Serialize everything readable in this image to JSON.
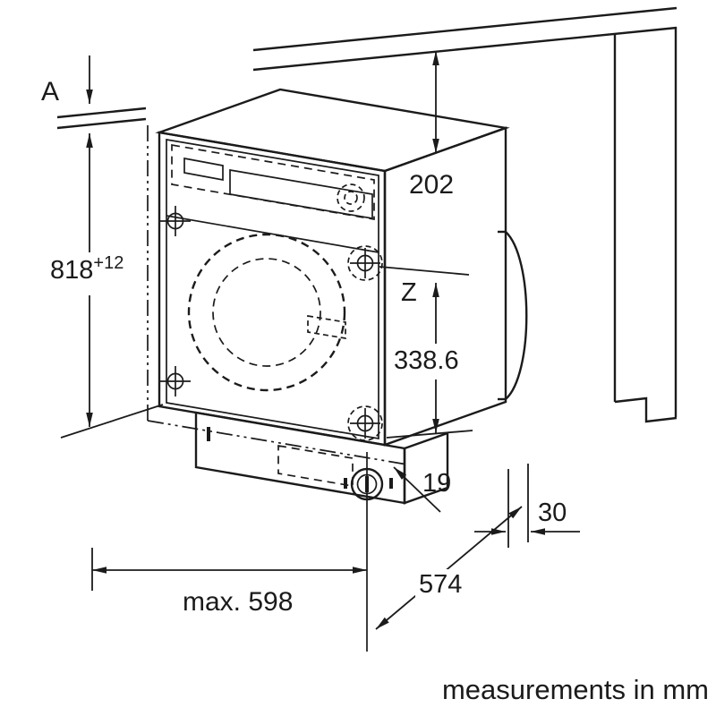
{
  "figure": {
    "unit_note": "measurements in mm",
    "dimensions": {
      "worktop_thickness_label": "A",
      "niche_height": "818",
      "niche_height_tolerance": "+12",
      "top_clearance": "202",
      "hinge_label": "Z",
      "hinge_height": "338.6",
      "front_offset": "19",
      "rear_clearance": "30",
      "max_width": "max. 598",
      "depth": "574"
    }
  }
}
